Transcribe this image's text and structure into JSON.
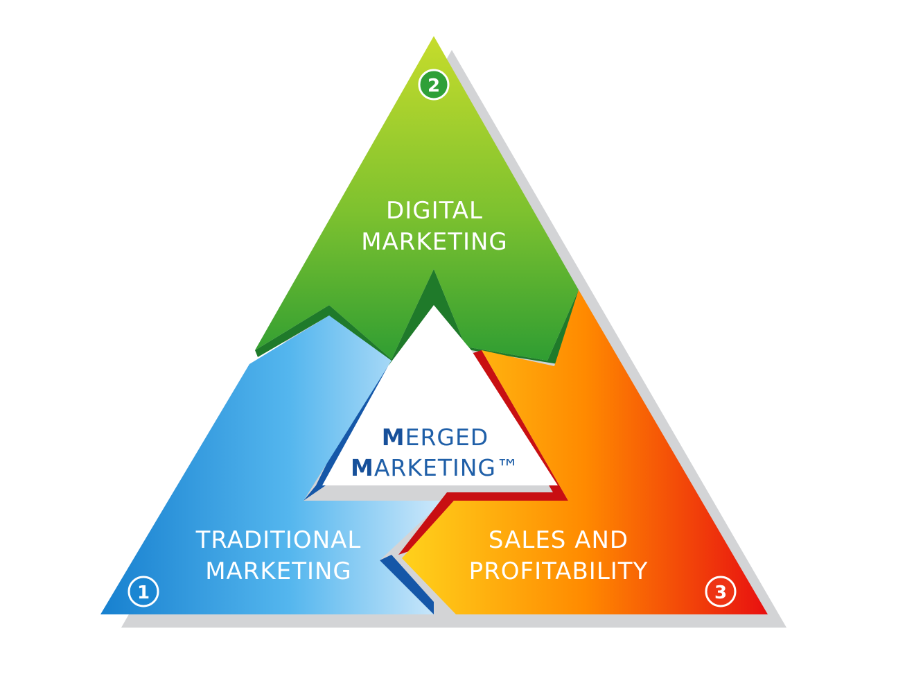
{
  "segments": {
    "digital": {
      "number": "2",
      "line1": "DIGITAL",
      "line2": "MARKETING",
      "colors": [
        "#bcd63a",
        "#2e9e2e"
      ]
    },
    "traditional": {
      "number": "1",
      "line1": "TRADITIONAL",
      "line2": "MARKETING",
      "colors": [
        "#1a86d2",
        "#c9e6fa"
      ]
    },
    "sales": {
      "number": "3",
      "line1": "SALES AND",
      "line2": "PROFITABILITY",
      "colors": [
        "#ffc21a",
        "#e81010"
      ]
    }
  },
  "center": {
    "line1_initial": "M",
    "line1_rest": "ERGED",
    "line2_initial": "M",
    "line2_rest": "ARKETING™",
    "color": "#1f5fa8"
  }
}
